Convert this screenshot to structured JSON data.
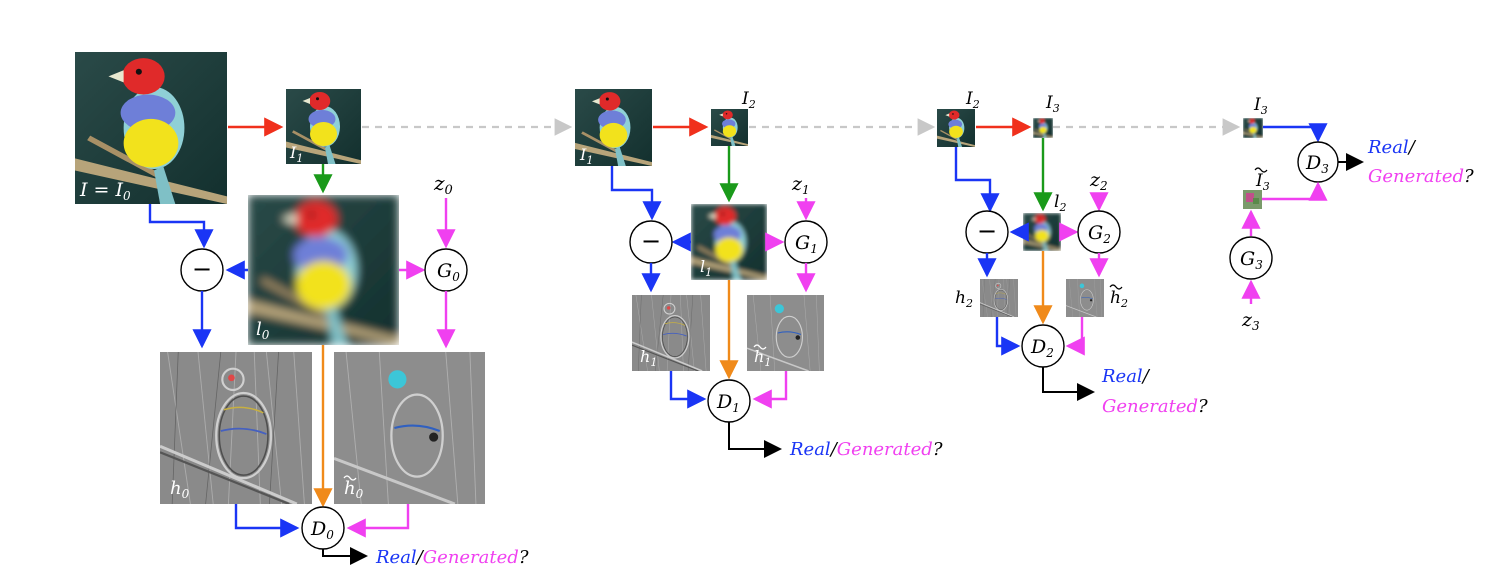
{
  "colors": {
    "blue": "#1a35f5",
    "red": "#f0301c",
    "green": "#1a9a1a",
    "magenta": "#f040f0",
    "orange": "#f08a1a",
    "gray_dashed": "#c8c8c8",
    "black": "#000000"
  },
  "operators": {
    "minus": "−"
  },
  "stages": [
    {
      "I_main": "I = I",
      "I_main_sub": "0",
      "I_small": "I",
      "I_small_sub": "1",
      "l": "l",
      "l_sub": "0",
      "z": "z",
      "z_sub": "0",
      "G": "G",
      "G_sub": "0",
      "h": "h",
      "h_sub": "0",
      "h_tilde": "h",
      "h_tilde_sub": "0",
      "D": "D",
      "D_sub": "0",
      "real": "Real",
      "slash": "/",
      "generated": "Generated",
      "question": "?"
    },
    {
      "I_main": "I",
      "I_main_sub": "1",
      "I_small": "I",
      "I_small_sub": "2",
      "l": "l",
      "l_sub": "1",
      "z": "z",
      "z_sub": "1",
      "G": "G",
      "G_sub": "1",
      "h": "h",
      "h_sub": "1",
      "h_tilde": "h",
      "h_tilde_sub": "1",
      "D": "D",
      "D_sub": "1",
      "real": "Real",
      "slash": "/",
      "generated": "Generated",
      "question": "?"
    },
    {
      "I_main": "I",
      "I_main_sub": "2",
      "I_small": "I",
      "I_small_sub": "3",
      "l": "l",
      "l_sub": "2",
      "z": "z",
      "z_sub": "2",
      "G": "G",
      "G_sub": "2",
      "h": "h",
      "h_sub": "2",
      "h_tilde": "h",
      "h_tilde_sub": "2",
      "D": "D",
      "D_sub": "2",
      "real": "Real",
      "slash": "/",
      "generated": "Generated",
      "question": "?"
    },
    {
      "I": "I",
      "I_sub": "3",
      "I_tilde": "I",
      "I_tilde_sub": "3",
      "z": "z",
      "z_sub": "3",
      "G": "G",
      "G_sub": "3",
      "D": "D",
      "D_sub": "3",
      "real": "Real",
      "slash": "/",
      "generated": "Generated",
      "question": "?"
    }
  ]
}
